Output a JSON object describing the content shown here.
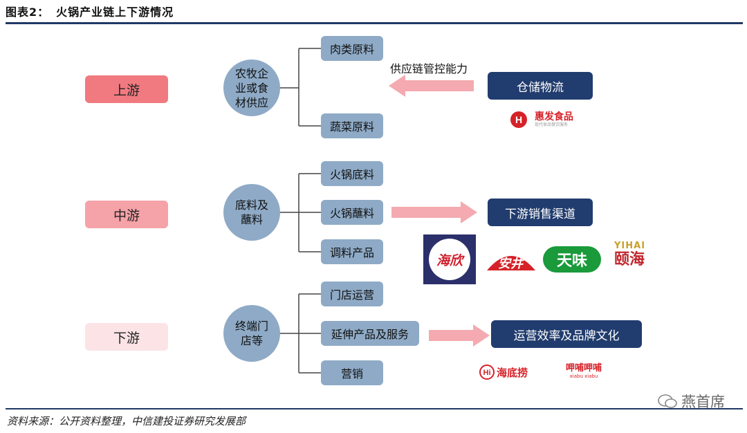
{
  "header": {
    "figure_no": "图表2：",
    "title": "火锅产业链上下游情况"
  },
  "stages": [
    {
      "label": "上游",
      "color": "#f07a80"
    },
    {
      "label": "中游",
      "color": "#f5a2a8"
    },
    {
      "label": "下游",
      "color": "#fbe3e6"
    }
  ],
  "groups": [
    {
      "label": "农牧企业或食材供应",
      "items": [
        "肉类原料",
        "蔬菜原料"
      ]
    },
    {
      "label": "底料及蘸料",
      "items": [
        "火锅底料",
        "火锅蘸料",
        "调料产品"
      ]
    },
    {
      "label": "终端门店等",
      "items": [
        "门店运营",
        "延伸产品及服务",
        "营销"
      ]
    }
  ],
  "right": {
    "supply_label": "供应链管控能力",
    "boxes": [
      "仓储物流",
      "下游销售渠道",
      "运营效率及品牌文化"
    ]
  },
  "brands": {
    "huifa": {
      "name": "惠发食品",
      "tagline": "现代食品餐饮服务"
    },
    "haixin": "海欣",
    "anjing": "安井",
    "tianwei": "天味",
    "yihai_en": "YIHAI",
    "yihai_cn": "颐海",
    "haidilao": "海底捞",
    "xiabu_cn": "呷哺呷哺",
    "xiabu_en": "xiabu xiabu"
  },
  "watermark": "燕首席",
  "footer": {
    "source": "资料来源：公开资料整理，中信建投证券研究发展部"
  },
  "colors": {
    "rule": "#1f3864",
    "node": "#8eaac6",
    "navy": "#213c6e",
    "arrow": "#f4aab0"
  }
}
